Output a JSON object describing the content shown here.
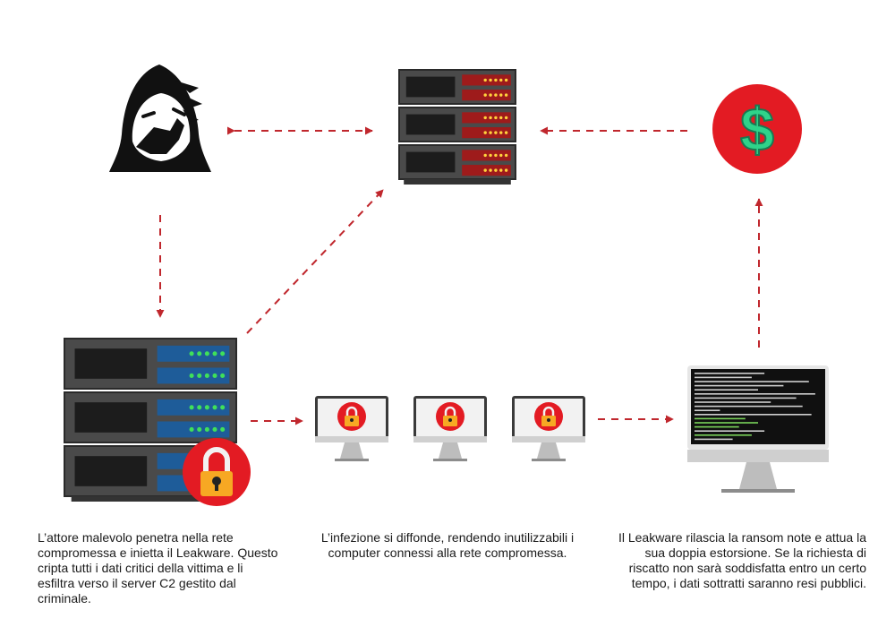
{
  "captions": {
    "left": "L’attore malevolo penetra nella rete compromessa e inietta il Leakware. Questo cripta tutti i dati critici della vittima e li esfiltra verso il server C2 gestito dal criminale.",
    "middle": "L’infezione si diffonde, rendendo inutilizzabili i computer connessi alla rete compromessa.",
    "right": "Il Leakware rilascia la ransom note e attua la sua doppia estorsione. Se la richiesta di riscatto non sarà soddisfatta entro un certo tempo, i dati sottratti saranno resi pubblici."
  },
  "icons": {
    "attacker": "hooded-hacker-icon",
    "c2_server": "server-rack-icon",
    "victim_server": "server-rack-icon",
    "padlock": "padlock-icon",
    "ransom": "dollar-coin-icon",
    "infected_computer": "locked-monitor-icon",
    "ransom_note_monitor": "terminal-monitor-icon"
  },
  "dollar_symbol": "$",
  "colors": {
    "arrow": "#c0272d",
    "red_accent": "#e31b23",
    "victim_panel": "#1e5c99",
    "c2_panel": "#9e1b1b",
    "led_green": "#3fe05a",
    "led_yellow": "#ffd23c",
    "dollar_green": "#2fd38a",
    "terminal_text": "#7ad35a"
  }
}
